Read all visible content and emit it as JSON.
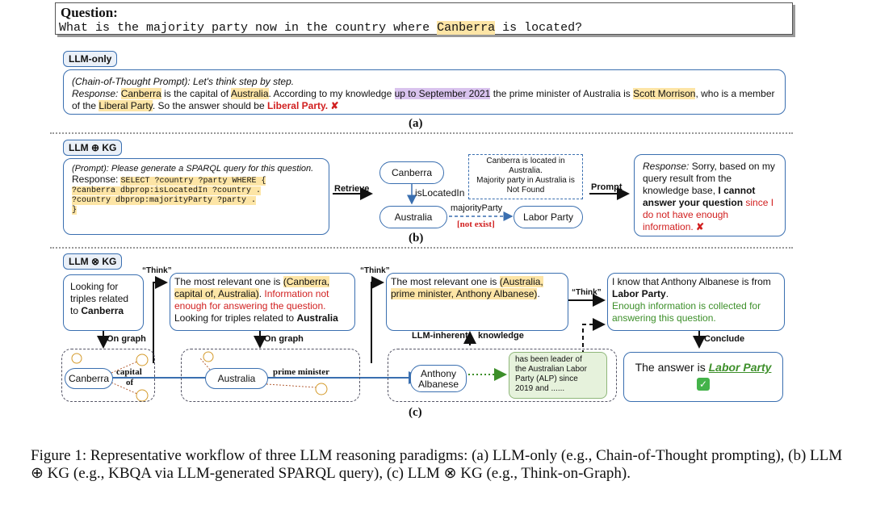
{
  "question": {
    "label": "Question:",
    "text_before": "What is the majority party now in the country where",
    "highlight": "Canberra",
    "text_after": "is located?"
  },
  "panel_a": {
    "tag": "LLM-only",
    "prompt_line": "(Chain-of-Thought Prompt): Let's think step by step.",
    "resp_label": "Response:",
    "r1": "Canberra",
    "r2": "is the capital of",
    "r3": "Australia",
    "r4": ". According to my knowledge",
    "r5": "up to September 2021",
    "r6": "the prime minister of Australia is",
    "r7": "Scott Morrison",
    "r8": ", who is a",
    "r9": "member of the",
    "r10": "Liberal Party",
    "r11": ". So the answer should be",
    "r12": "Liberal Party.",
    "label": "(a)"
  },
  "panel_b": {
    "tag": "LLM ⊕ KG",
    "prompt_line": "(Prompt): Please generate a SPARQL query for this question.",
    "resp_label": "Response:",
    "sparql_1": "SELECT ?country ?party WHERE {",
    "sparql_2": "?canberra dbprop:isLocatedIn ?country .",
    "sparql_3": "?country dbprop:majorityParty ?party .",
    "sparql_4": "}",
    "retrieve_label": "Retrieve",
    "node_canberra": "Canberra",
    "edge_located": "isLocatedIn",
    "node_australia": "Australia",
    "edge_majority": "majorityParty",
    "node_labor": "Labor Party",
    "not_exist": "[not exist]",
    "kg_result_1": "Canberra is located in",
    "kg_result_2": "Australia.",
    "kg_result_3": "Majority party in Australia is",
    "kg_result_4": "Not Found",
    "prompt_label": "Prompt",
    "resp2_label": "Response:",
    "resp2_1": "Sorry, based on",
    "resp2_2": "my query result from the",
    "resp2_3": "knowledge base,",
    "resp2_4": "I cannot",
    "resp2_5": "answer your question",
    "resp2_6": "since",
    "resp2_7": "I do not have enough",
    "resp2_8": "information.",
    "label": "(b)"
  },
  "panel_c": {
    "tag": "LLM ⊗ KG",
    "think_1": "“Think”",
    "think_2": "“Think”",
    "think_3": "“Think”",
    "box1_1": "Looking for",
    "box1_2": "triples related",
    "box1_3": "to",
    "box1_4": "Canberra",
    "box2_1": "The most relevant one is",
    "box2_2": "(Canberra,",
    "box2_3": "capital of, Australia)",
    "box2_4": ".",
    "box2_5": "Information not",
    "box2_6": "enough for answering the question.",
    "box2_7": "Looking for triples related to",
    "box2_8": "Australia",
    "box3_1": "The most relevant one is",
    "box3_2": "(Australia,",
    "box3_3": "prime minister, Anthony Albanese)",
    "box3_4": ".",
    "box4_1": "I know that Anthony Albanese is from",
    "box4_2": "Labor Party",
    "box4_3": ".",
    "box4_4": "Enough information is collected for",
    "box4_5": "answering this question.",
    "on_graph_1": "On graph",
    "on_graph_2": "On graph",
    "llm_inherent": "LLM-inherent",
    "knowledge": "knowledge",
    "conclude": "Conclude",
    "g_canberra": "Canberra",
    "g_capital": "capital",
    "g_of": "of",
    "g_australia": "Australia",
    "g_pm": "prime minister",
    "g_anthony_1": "Anthony",
    "g_anthony_2": "Albanese",
    "g_note_1": "has been leader of",
    "g_note_2": "the Australian Labor",
    "g_note_3": "Party (ALP) since",
    "g_note_4": "2019 and ......",
    "answer_prefix": "The answer is",
    "answer_value": "Labor Party",
    "check": "✓",
    "label": "(c)"
  },
  "caption": {
    "text": "Figure 1: Representative workflow of three LLM reasoning paradigms: (a) LLM-only (e.g., Chain-of-Thought prompting), (b) LLM ⊕ KG (e.g., KBQA via LLM-generated SPARQL query), (c) LLM ⊗ KG (e.g., Think-on-Graph)."
  },
  "colors": {
    "accent_blue": "#3a6fb0",
    "highlight_yellow": "#fde5a6",
    "highlight_purple": "#d9c3ee",
    "error_red": "#d11f1f",
    "success_green": "#3d8f2a",
    "note_green": "#e6f2dc"
  },
  "icons": {
    "wrong": "cross-icon",
    "right": "check-icon"
  }
}
